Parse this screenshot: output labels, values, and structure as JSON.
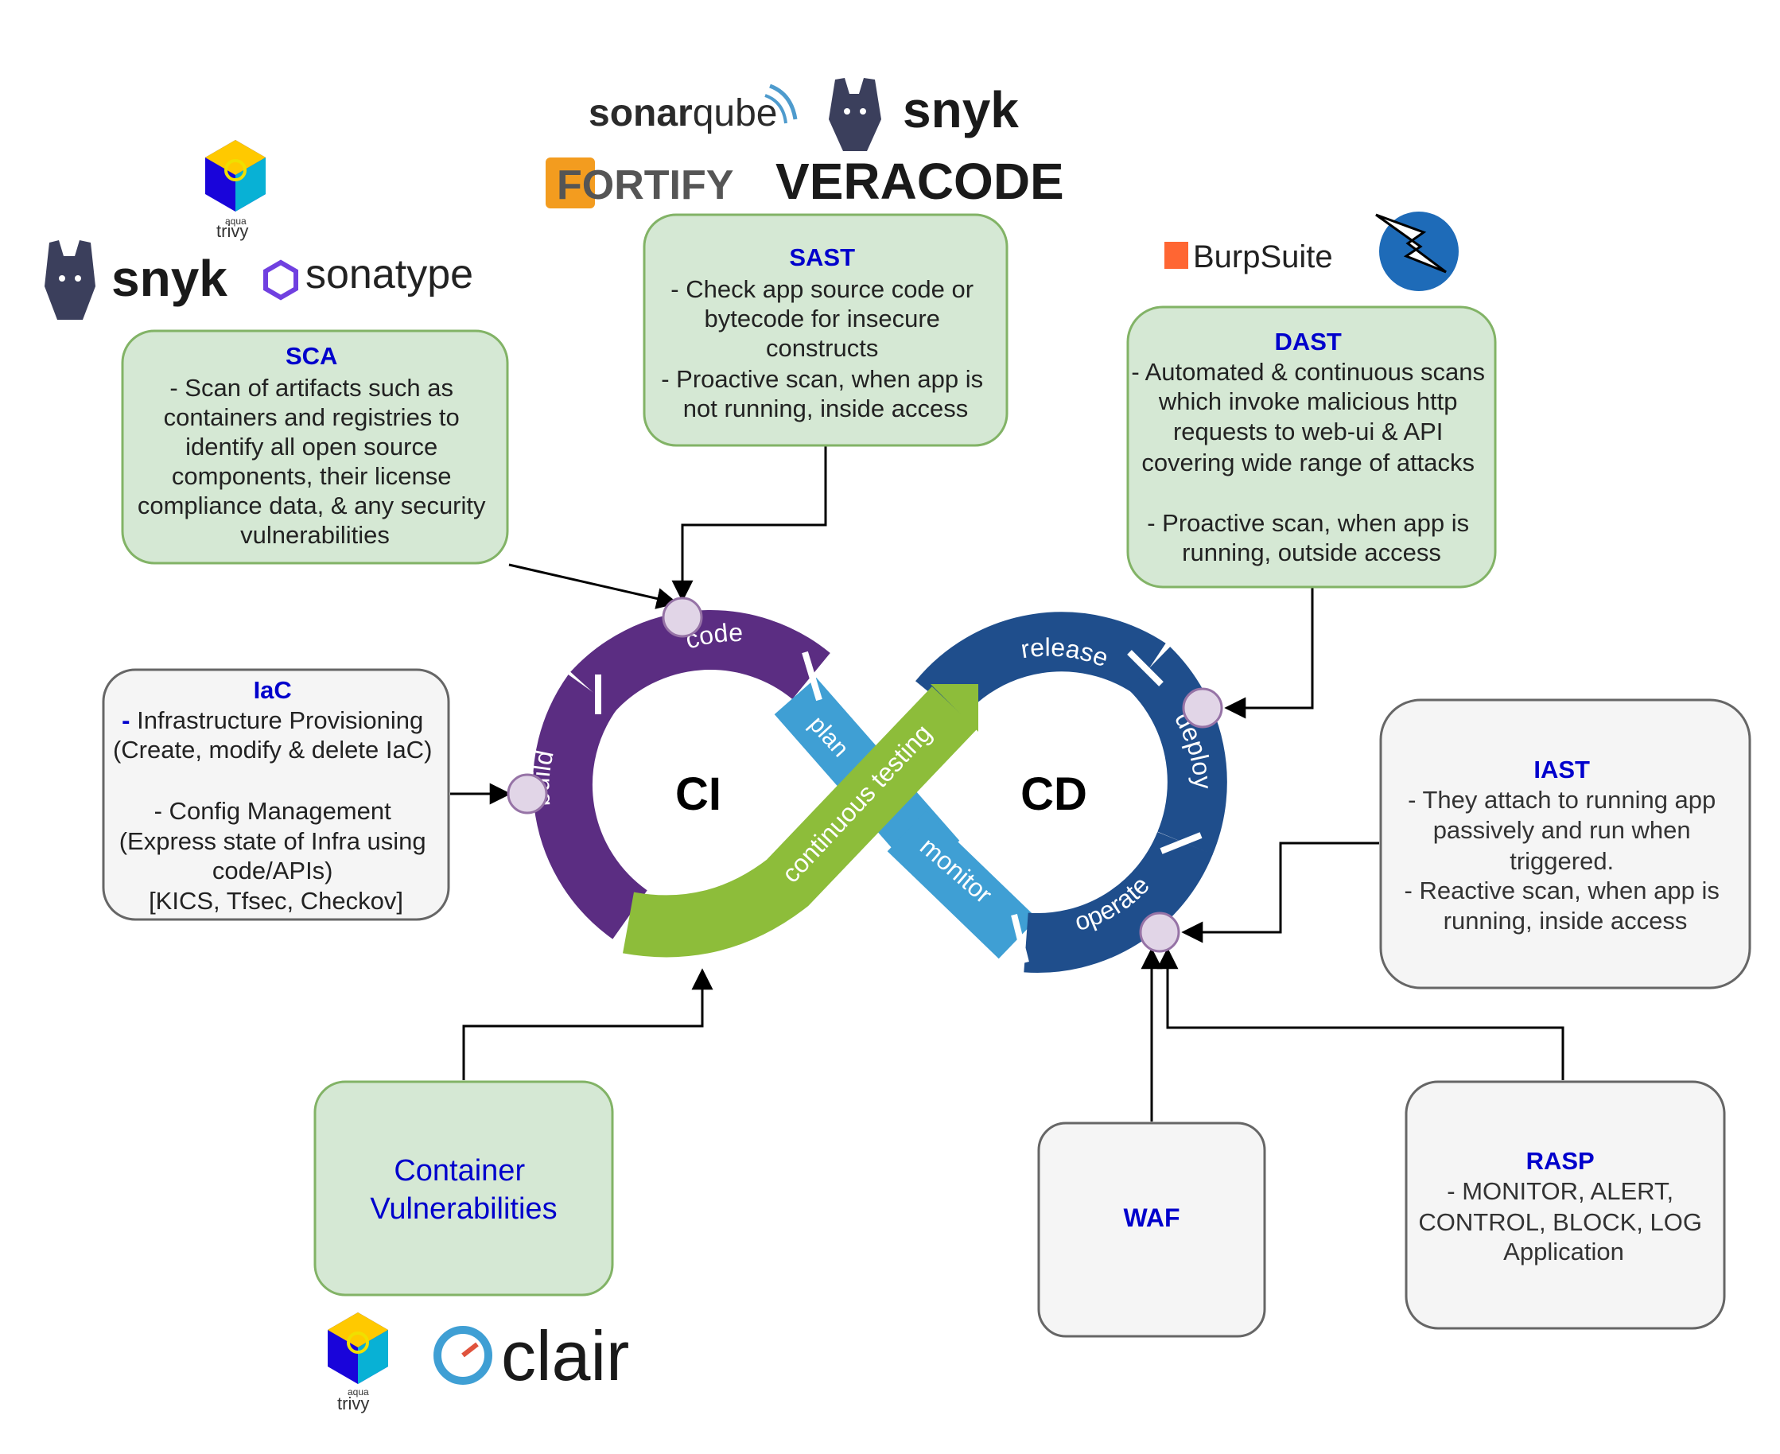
{
  "logos": {
    "sonarqube_a": "sonar",
    "sonarqube_b": "qube",
    "snyk": "snyk",
    "fortify": "FORTIFY",
    "veracode": "VERACODE",
    "trivy_top": "aqua",
    "trivy_bottom": "trivy",
    "sonatype": "sonatype",
    "burpsuite": "BurpSuite",
    "clair": "clair"
  },
  "boxes": {
    "sca": {
      "title": "SCA",
      "lines": [
        "- Scan of artifacts such as",
        "containers and registries to",
        "identify all open source",
        "components, their license",
        "compliance data, & any security",
        "vulnerabilities"
      ]
    },
    "sast": {
      "title": "SAST",
      "lines": [
        "- Check app source code or",
        "bytecode for insecure",
        "constructs",
        "- Proactive scan, when app is",
        "not running, inside access"
      ]
    },
    "dast": {
      "title": "DAST",
      "lines": [
        "- Automated & continuous scans",
        "which invoke malicious http",
        "requests to web-ui & API",
        "covering wide range of attacks",
        "",
        "- Proactive scan, when app is",
        "running, outside access"
      ]
    },
    "iac": {
      "title": "IaC",
      "dash": "-",
      "first": " Infrastructure Provisioning",
      "lines": [
        "(Create, modify & delete IaC)",
        "",
        "- Config Management",
        "(Express state of Infra using",
        "code/APIs)",
        "[KICS, Tfsec, Checkov]"
      ]
    },
    "iast": {
      "title": "IAST",
      "lines": [
        "- They attach to running app",
        "passively and run when",
        "triggered.",
        "-  Reactive scan, when app is",
        "running, inside access"
      ]
    },
    "container": {
      "lines": [
        "Container",
        "Vulnerabilities"
      ]
    },
    "waf": {
      "title": "WAF"
    },
    "rasp": {
      "title": "RASP",
      "lines": [
        "- MONITOR, ALERT,",
        "CONTROL, BLOCK, LOG",
        "Application"
      ]
    }
  },
  "loop": {
    "ci": "CI",
    "cd": "CD",
    "code": "code",
    "build": "build",
    "plan": "plan",
    "testing": "continuous testing",
    "release": "release",
    "deploy": "deploy",
    "monitor": "monitor",
    "operate": "operate"
  },
  "colors": {
    "green_box": "#d5e8d4",
    "green_border": "#82b366",
    "grey_box": "#f5f5f5",
    "grey_border": "#666666",
    "title_blue": "#0000cc",
    "purple": "#5b2d82",
    "dark_blue": "#1f4e8c",
    "light_blue": "#3f9fd4",
    "lime": "#8dbd3a",
    "node": "#e1d5e7"
  }
}
